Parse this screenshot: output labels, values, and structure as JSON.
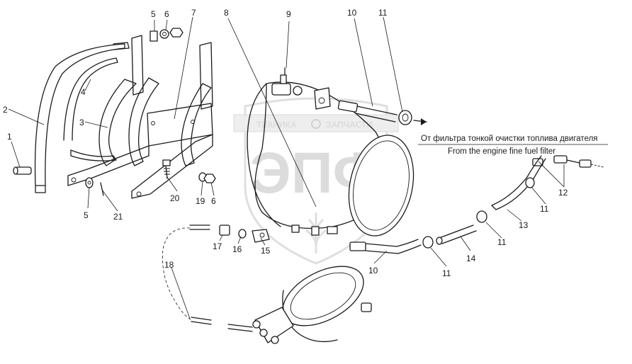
{
  "watermark": {
    "large": "ЭПФ",
    "left": "ТЕХНИКА",
    "right": "ЗАПЧАСТИ"
  },
  "callouts": [
    "1",
    "2",
    "3",
    "4",
    "5",
    "6",
    "7",
    "8",
    "9",
    "10",
    "11",
    "12",
    "13",
    "14",
    "15",
    "16",
    "17",
    "18",
    "19",
    "20",
    "21"
  ],
  "labels": [
    {
      "id": "1",
      "text": "1"
    },
    {
      "id": "2",
      "text": "2"
    },
    {
      "id": "3",
      "text": "3"
    },
    {
      "id": "4",
      "text": "4"
    },
    {
      "id": "5-top",
      "text": "5"
    },
    {
      "id": "6-top",
      "text": "6"
    },
    {
      "id": "7",
      "text": "7"
    },
    {
      "id": "8",
      "text": "8"
    },
    {
      "id": "9",
      "text": "9"
    },
    {
      "id": "10-top",
      "text": "10"
    },
    {
      "id": "11-top",
      "text": "11"
    },
    {
      "id": "12",
      "text": "12"
    },
    {
      "id": "11-mid",
      "text": "11"
    },
    {
      "id": "13",
      "text": "13"
    },
    {
      "id": "11-low",
      "text": "11"
    },
    {
      "id": "14",
      "text": "14"
    },
    {
      "id": "11-bottom",
      "text": "11"
    },
    {
      "id": "10-bottom",
      "text": "10"
    },
    {
      "id": "15",
      "text": "15"
    },
    {
      "id": "16",
      "text": "16"
    },
    {
      "id": "17",
      "text": "17"
    },
    {
      "id": "18",
      "text": "18"
    },
    {
      "id": "19",
      "text": "19"
    },
    {
      "id": "6-bottom",
      "text": "6"
    },
    {
      "id": "20",
      "text": "20"
    },
    {
      "id": "21",
      "text": "21"
    },
    {
      "id": "5-bottom",
      "text": "5"
    }
  ],
  "notes": {
    "ru": "От фильтра тонкой очистки топлива двигателя",
    "en": "From the engine fine fuel filter"
  }
}
